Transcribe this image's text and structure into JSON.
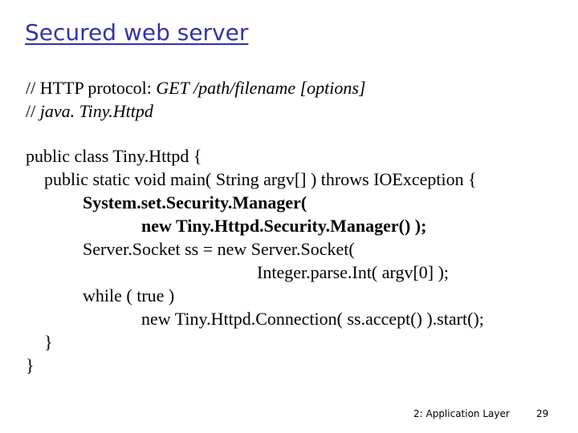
{
  "slide": {
    "title": "Secured web server",
    "comment1_prefix": "// HTTP protocol: ",
    "comment1_italic": "GET /path/filename [options]",
    "comment2_prefix": "// ",
    "comment2_italic": "java. Tiny.Httpd",
    "code_lines": [
      "public class Tiny.Httpd {",
      "public static void main( String argv[] ) throws IOException {",
      "System.set.Security.Manager(",
      "new Tiny.Httpd.Security.Manager() );",
      "Server.Socket ss = new Server.Socket(",
      "Integer.parse.Int( argv[0]  );",
      "while ( true )",
      "new Tiny.Httpd.Connection( ss.accept() ).start();",
      "}",
      "}"
    ],
    "footer_label": "2: Application Layer",
    "page_number": "29"
  }
}
